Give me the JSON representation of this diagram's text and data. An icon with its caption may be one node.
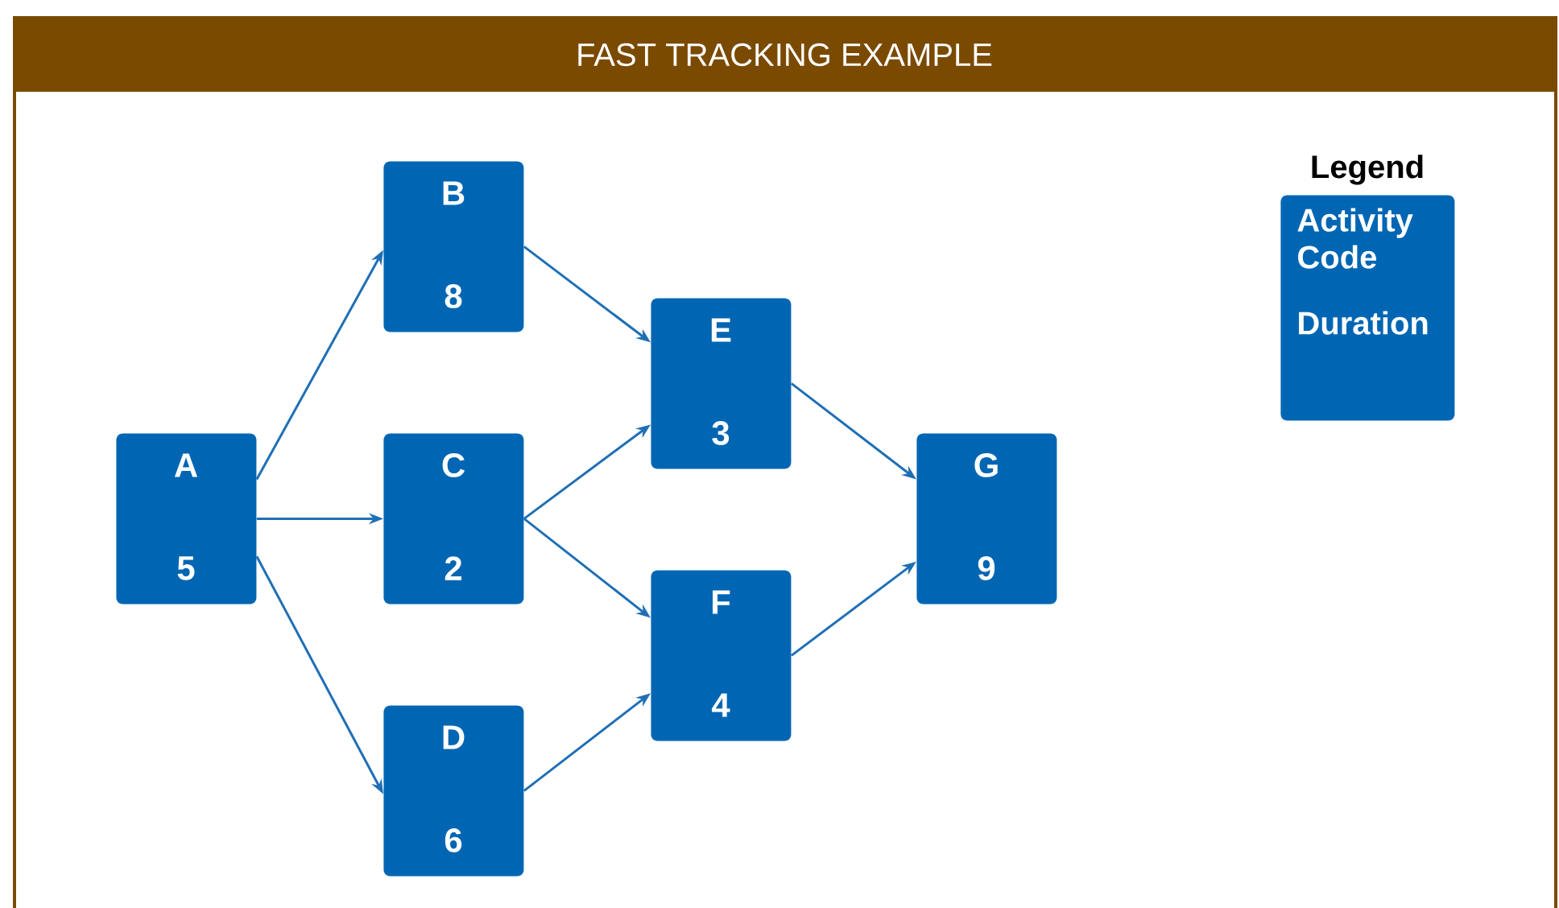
{
  "diagram": {
    "title": "FAST TRACKING EXAMPLE",
    "nodes": [
      {
        "text": [
          "A",
          "5"
        ]
      },
      {
        "text": [
          "B",
          "8"
        ]
      },
      {
        "text": [
          "C",
          "2"
        ]
      },
      {
        "text": [
          "D",
          "6"
        ]
      },
      {
        "text": [
          "E",
          "3"
        ]
      },
      {
        "text": [
          "F",
          "4"
        ]
      },
      {
        "text": [
          "G",
          "9"
        ]
      },
      {
        "text": [
          "Legend",
          "Activity Code",
          "Duration"
        ]
      }
    ],
    "edges": [
      {
        "from": 0,
        "to": 1,
        "arrow": "to"
      },
      {
        "from": 0,
        "to": 2,
        "arrow": "to"
      },
      {
        "from": 0,
        "to": 3,
        "arrow": "to"
      },
      {
        "from": 1,
        "to": 4,
        "arrow": "to"
      },
      {
        "from": 2,
        "to": 4,
        "arrow": "to"
      },
      {
        "from": 2,
        "to": 5,
        "arrow": "to"
      },
      {
        "from": 3,
        "to": 5,
        "arrow": "to"
      },
      {
        "from": 4,
        "to": 6,
        "arrow": "to"
      },
      {
        "from": 5,
        "to": 6,
        "arrow": "to"
      }
    ]
  }
}
